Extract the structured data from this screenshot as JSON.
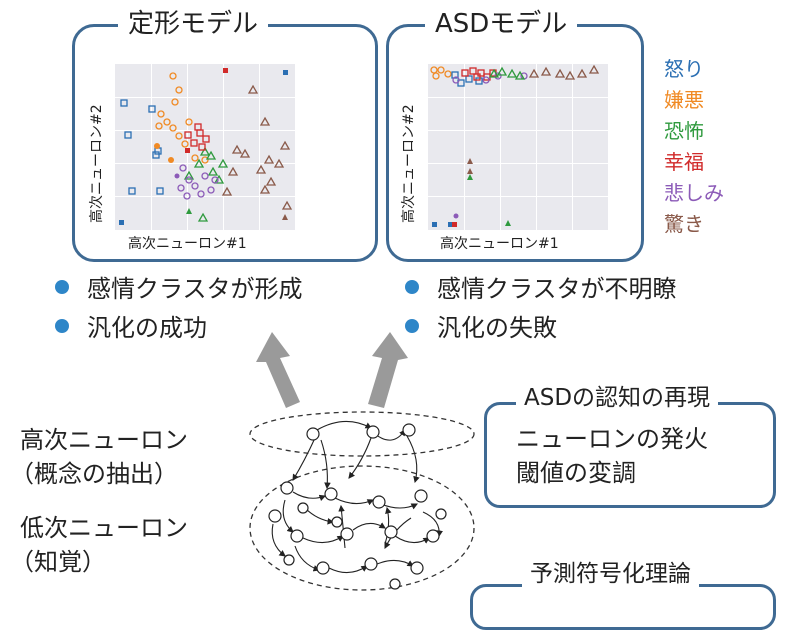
{
  "typical": {
    "title": "定形モデル",
    "xlabel": "高次ニューロン#1",
    "ylabel": "高次ニューロン#2",
    "bullets": [
      "感情クラスタが形成",
      "汎化の成功"
    ]
  },
  "asd": {
    "title": "ASDモデル",
    "xlabel": "高次ニューロン#1",
    "ylabel": "高次ニューロン#2",
    "bullets": [
      "感情クラスタが不明瞭",
      "汎化の失敗"
    ]
  },
  "legend": [
    {
      "label": "怒り",
      "color": "#2b6fb3"
    },
    {
      "label": "嫌悪",
      "color": "#f08a24"
    },
    {
      "label": "恐怖",
      "color": "#2f9a3e"
    },
    {
      "label": "幸福",
      "color": "#d12a2a"
    },
    {
      "label": "悲しみ",
      "color": "#8c5bb8"
    },
    {
      "label": "驚き",
      "color": "#8a5a4a"
    }
  ],
  "network": {
    "high_label": "高次ニューロン",
    "high_sub": "（概念の抽出）",
    "low_label": "低次ニューロン",
    "low_sub": "（知覚）"
  },
  "box1": {
    "title": "ASDの認知の再現",
    "lines": [
      "ニューロンの発火",
      "閾値の変調"
    ]
  },
  "box2": {
    "title": "予測符号化理論"
  }
}
